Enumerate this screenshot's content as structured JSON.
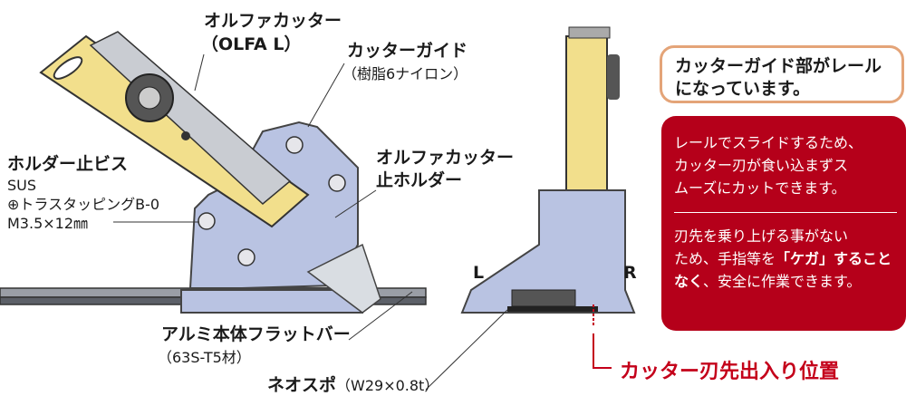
{
  "labels": {
    "olfa_cutter": "オルファカッター",
    "olfa_cutter_model": "（OLFA L）",
    "cutter_guide": "カッターガイド",
    "cutter_guide_material": "（樹脂6ナイロン）",
    "holder_line1": "オルファカッター",
    "holder_line2": "止ホルダー",
    "screw_title": "ホルダー止ビス",
    "screw_material": "SUS",
    "screw_type": "⊕トラスタッピングB-0",
    "screw_size": "M3.5×12㎜",
    "bar_title": "アルミ本体フラットバー",
    "bar_material": "（63S-T5材）",
    "neospo": "ネオスポ",
    "neospo_spec": "（W29×0.8t）",
    "side_left": "L",
    "side_right": "R",
    "blade_position": "カッター刃先出入り位置"
  },
  "callout": {
    "title_line1": "カッターガイド部がレール",
    "title_line2": "になっています。"
  },
  "features": {
    "p1_line1": "レールでスライドするため、",
    "p1_line2": "カッター刃が食い込まずス",
    "p1_line3": "ムーズにカットできます。",
    "p2_line1": "刃先を乗り上げる事がない",
    "p2_line2_a": "ため、手指等を",
    "p2_line2_b": "「ケガ」すること",
    "p2_line3_a": "なく",
    "p2_line3_b": "、安全に作業できます。"
  },
  "colors": {
    "guide": "#b9c3e2",
    "cutter": "#f2df8c",
    "accent_red": "#b5001a",
    "callout_border": "#e4a478"
  }
}
